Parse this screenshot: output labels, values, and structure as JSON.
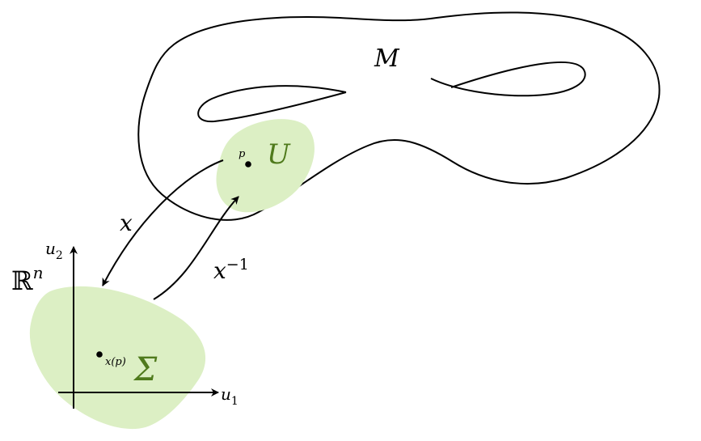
{
  "labels": {
    "manifold": "M",
    "open_set": "U",
    "point": "p",
    "chart_map": "x",
    "inverse_map_base": "x",
    "inverse_map_exp": "−1",
    "space_base": "ℝ",
    "space_exp": "n",
    "axis_u1_base": "u",
    "axis_u1_sub": "1",
    "axis_u2_base": "u",
    "axis_u2_sub": "2",
    "image_point": "x(p)",
    "image_set": "Σ"
  },
  "colors": {
    "region_fill": "#dcefc4",
    "region_label": "#4f7a1c",
    "stroke": "#000000"
  }
}
